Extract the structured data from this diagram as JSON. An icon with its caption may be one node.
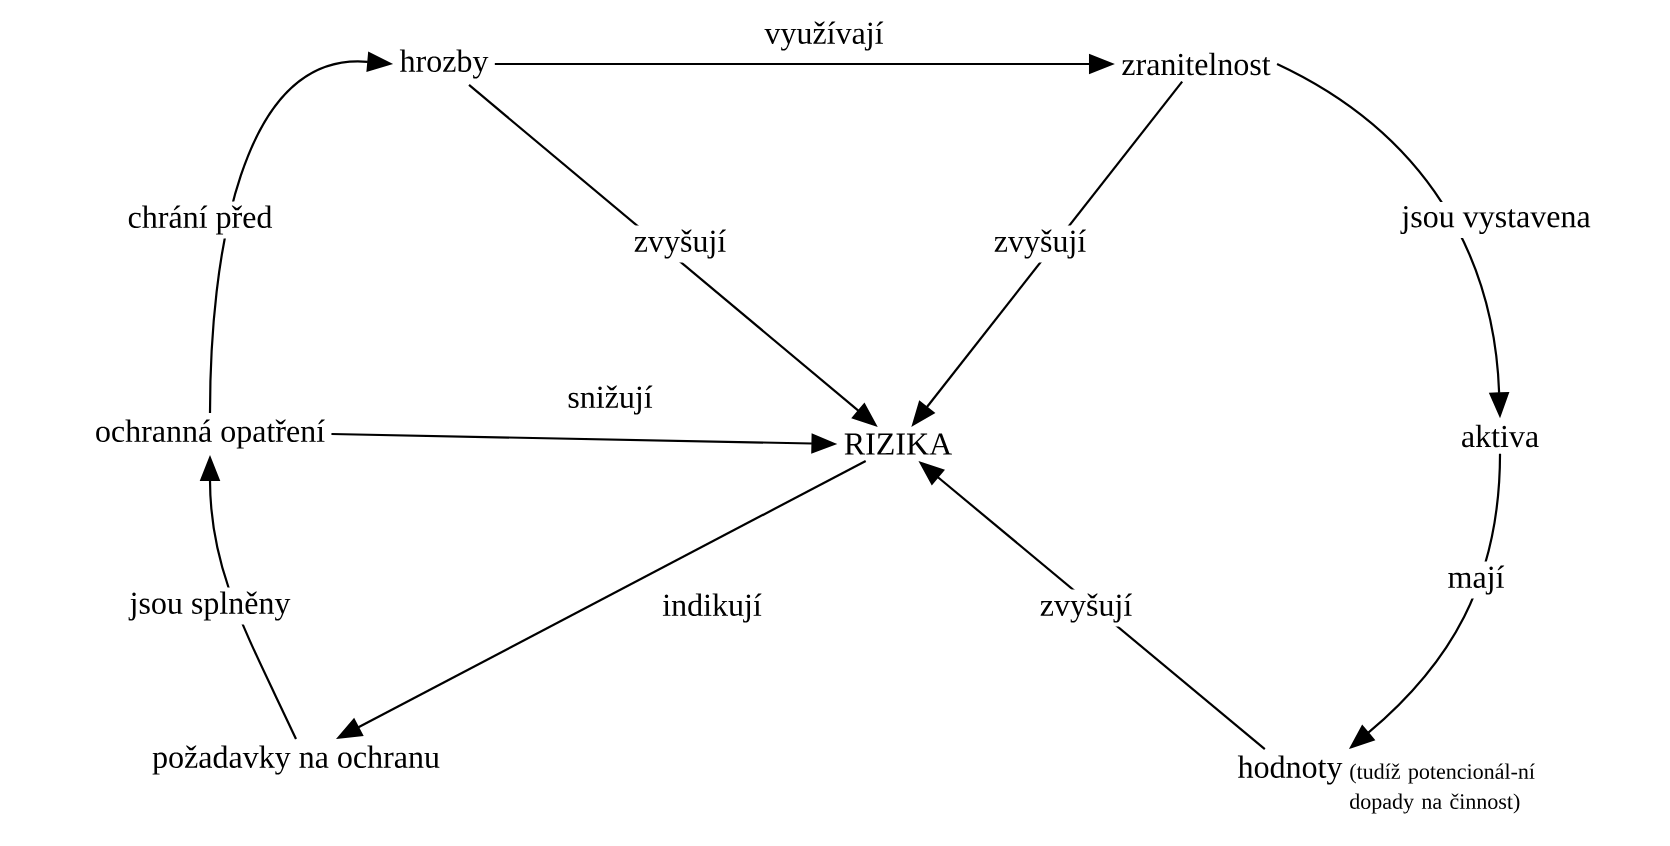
{
  "diagram": {
    "nodes": [
      {
        "text": [
          "hrozby"
        ]
      },
      {
        "text": [
          "zranitelnost"
        ]
      },
      {
        "text": [
          "RIZIKA"
        ]
      },
      {
        "text": [
          "ochranná opatření"
        ]
      },
      {
        "text": [
          "požadavky na ochranu"
        ]
      },
      {
        "text": [
          "aktiva"
        ]
      },
      {
        "text": [
          "hodnoty"
        ],
        "beside": [
          "(tudíž potencionál-ní dopady na činnost)"
        ]
      }
    ],
    "edges": [
      {
        "from": 0,
        "to": 1,
        "arrow": "to",
        "label": "využívají"
      },
      {
        "from": 0,
        "to": 2,
        "arrow": "to",
        "label": "zvyšují"
      },
      {
        "from": 1,
        "to": 2,
        "arrow": "to",
        "label": "zvyšují"
      },
      {
        "from": 1,
        "to": 5,
        "arrow": "to",
        "label": "jsou vystavena"
      },
      {
        "from": 5,
        "to": 6,
        "arrow": "to",
        "label": "mají"
      },
      {
        "from": 6,
        "to": 2,
        "arrow": "to",
        "label": "zvyšují"
      },
      {
        "from": 2,
        "to": 4,
        "arrow": "to",
        "label": "indikují"
      },
      {
        "from": 4,
        "to": 3,
        "arrow": "to",
        "label": "jsou splněny"
      },
      {
        "from": 3,
        "to": 0,
        "arrow": "to",
        "label": "chrání před"
      },
      {
        "from": 3,
        "to": 2,
        "arrow": "to",
        "label": "snižují"
      }
    ]
  }
}
